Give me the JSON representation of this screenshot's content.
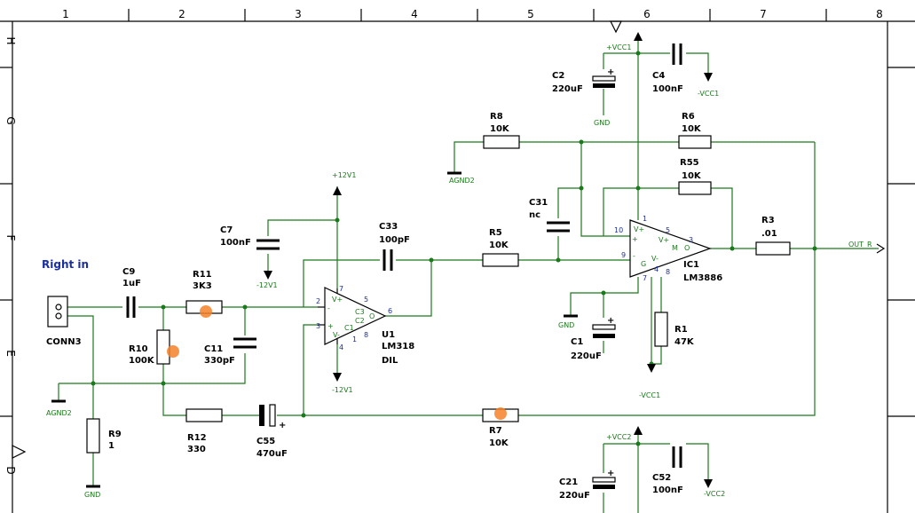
{
  "grid": {
    "columns": [
      "1",
      "2",
      "3",
      "4",
      "5",
      "6",
      "7",
      "8"
    ],
    "rows": [
      "H",
      "G",
      "F",
      "E",
      "D"
    ]
  },
  "title_label": "Right in",
  "connector": {
    "ref": "CONN3"
  },
  "components": {
    "C9": {
      "ref": "C9",
      "value": "1uF"
    },
    "R11": {
      "ref": "R11",
      "value": "3K3"
    },
    "R10": {
      "ref": "R10",
      "value": "100K"
    },
    "C11": {
      "ref": "C11",
      "value": "330pF"
    },
    "R9": {
      "ref": "R9",
      "value": "1"
    },
    "R12": {
      "ref": "R12",
      "value": "330"
    },
    "C55": {
      "ref": "C55",
      "value": "470uF"
    },
    "C7": {
      "ref": "C7",
      "value": "100nF"
    },
    "C33": {
      "ref": "C33",
      "value": "100pF"
    },
    "U1": {
      "ref": "U1",
      "value": "LM318",
      "package": "DIL"
    },
    "R5": {
      "ref": "R5",
      "value": "10K"
    },
    "R7": {
      "ref": "R7",
      "value": "10K"
    },
    "C31": {
      "ref": "C31",
      "value": "nc"
    },
    "R8": {
      "ref": "R8",
      "value": "10K"
    },
    "R6": {
      "ref": "R6",
      "value": "10K"
    },
    "R55": {
      "ref": "R55",
      "value": "10K"
    },
    "IC1": {
      "ref": "IC1",
      "value": "LM3886"
    },
    "R3": {
      "ref": "R3",
      "value": ".01"
    },
    "R1": {
      "ref": "R1",
      "value": "47K"
    },
    "C1": {
      "ref": "C1",
      "value": "220uF"
    },
    "C2": {
      "ref": "C2",
      "value": "220uF"
    },
    "C4": {
      "ref": "C4",
      "value": "100nF"
    },
    "C21": {
      "ref": "C21",
      "value": "220uF"
    },
    "C52": {
      "ref": "C52",
      "value": "100nF"
    }
  },
  "nets": {
    "agnd2": "AGND2",
    "gnd": "GND",
    "p12v1": "+12V1",
    "m12v1": "-12V1",
    "pvcc1": "+VCC1",
    "mvcc1": "-VCC1",
    "pvcc2": "+VCC2",
    "mvcc2": "-VCC2",
    "out_r": "OUT_R"
  },
  "u1_pins": {
    "p2": "2",
    "p3": "3",
    "p7": "7",
    "p4": "4",
    "p5": "5",
    "p6": "6",
    "p1": "1",
    "p8": "8",
    "vplus": "V+",
    "vminus": "V-",
    "minus": "-",
    "plus": "+",
    "c3": "C3",
    "c2": "C2",
    "c1": "C1",
    "o": "O"
  },
  "ic1_pins": {
    "p1": "1",
    "p10": "10",
    "p9": "9",
    "p5": "5",
    "p3": "3",
    "p7": "7",
    "p4": "4",
    "p8": "8",
    "vplus_in": "V+",
    "vplus": "V+",
    "vminus": "V-",
    "minus": "-",
    "plus": "+",
    "m": "M",
    "o": "O",
    "g": "G"
  }
}
